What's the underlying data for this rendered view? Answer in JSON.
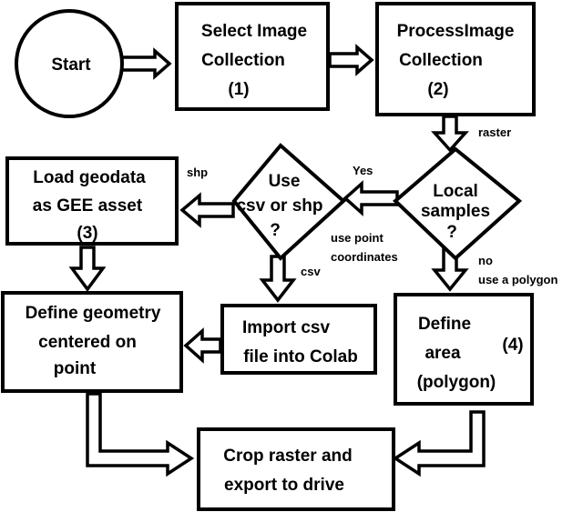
{
  "nodes": {
    "start": {
      "lines": [
        "Start"
      ]
    },
    "select": {
      "lines": [
        "Select Image",
        "Collection",
        "(1)"
      ]
    },
    "process": {
      "lines": [
        "ProcessImage",
        "Collection",
        "(2)"
      ]
    },
    "local": {
      "lines": [
        "Local",
        "samples",
        "?"
      ]
    },
    "use": {
      "lines": [
        "Use",
        "csv or shp",
        "?"
      ]
    },
    "load": {
      "lines": [
        "Load geodata",
        "as GEE asset",
        "(3)"
      ]
    },
    "define_geom": {
      "lines": [
        "Define geometry",
        "centered on",
        "point"
      ]
    },
    "import": {
      "lines": [
        "Import csv",
        "file into Colab"
      ]
    },
    "define_area": {
      "lines": [
        "Define",
        "area",
        "(polygon)",
        "(4)"
      ]
    },
    "crop": {
      "lines": [
        "Crop raster and",
        "export to drive"
      ]
    }
  },
  "edges": {
    "raster": "raster",
    "yes": "Yes",
    "use_point_1": "use point",
    "use_point_2": "coordinates",
    "no_1": "no",
    "no_2": "use a polygon",
    "shp": "shp",
    "csv": "csv"
  }
}
